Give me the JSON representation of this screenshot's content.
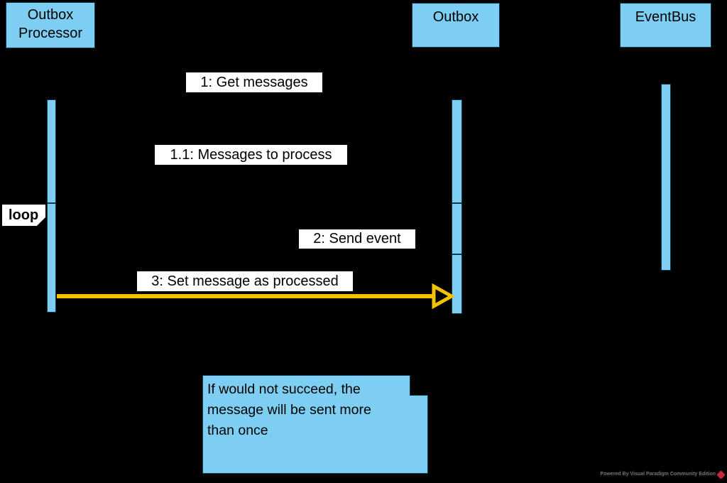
{
  "diagram": {
    "type": "uml-sequence-diagram",
    "participants": [
      {
        "id": "outbox-processor",
        "label": "Outbox Processor"
      },
      {
        "id": "outbox",
        "label": "Outbox"
      },
      {
        "id": "eventbus",
        "label": "EventBus"
      }
    ],
    "messages": [
      {
        "label": "1: Get messages"
      },
      {
        "label": "1.1: Messages to process"
      },
      {
        "label": "2: Send event"
      },
      {
        "label": "3: Set message as processed",
        "arrow_color": "#F2C100",
        "arrowhead": "open-triangle"
      }
    ],
    "fragment": {
      "operator": "loop"
    },
    "note": {
      "text": "If would not succeed, the message will be sent more than once",
      "lines": [
        "If would not succeed, the",
        "message will be sent more",
        "than once"
      ]
    }
  },
  "watermark": {
    "label": "Powered By Visual Paradigm Community Edition",
    "logo": "visual-paradigm-diamond"
  },
  "colors": {
    "background": "#000000",
    "shape_fill": "#7DCEF2",
    "shape_border": "#0E3A50",
    "message_label_bg": "#FFFFFF",
    "text": "#000000",
    "highlight_arrow": "#F2C100",
    "watermark_text": "#777777",
    "watermark_logo": "#C5283B"
  }
}
